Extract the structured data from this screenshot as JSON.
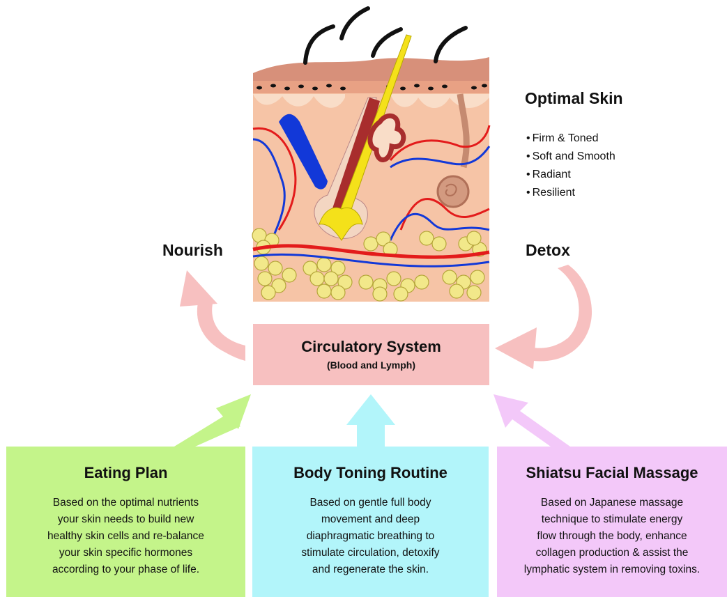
{
  "optimal_skin": {
    "title": "Optimal Skin",
    "benefits": [
      "Firm & Toned",
      "Soft and Smooth",
      "Radiant",
      "Resilient"
    ]
  },
  "cycle": {
    "left_label": "Nourish",
    "right_label": "Detox"
  },
  "circulatory": {
    "title": "Circulatory System",
    "subtitle": "(Blood and Lymph)"
  },
  "cards": [
    {
      "title": "Eating Plan",
      "lines": [
        "Based on the optimal nutrients",
        "your skin needs to build new",
        "healthy skin cells and re-balance",
        "your skin specific hormones",
        "according to your phase of life."
      ],
      "color": "#c4f48a"
    },
    {
      "title": "Body Toning Routine",
      "lines": [
        "Based on gentle full body",
        "movement and deep",
        "diaphragmatic breathing to",
        "stimulate circulation, detoxify",
        "and regenerate the skin."
      ],
      "color": "#b2f5fa"
    },
    {
      "title": "Shiatsu Facial Massage",
      "lines": [
        "Based on Japanese massage",
        "technique to stimulate energy",
        "flow through the body, enhance",
        "collagen production & assist the",
        "lymphatic system in removing toxins."
      ],
      "color": "#f3c8f9"
    }
  ],
  "colors": {
    "arrow_pink": "#f7c0c0",
    "arrow_green": "#c4f48a",
    "arrow_cyan": "#b2f5fa",
    "arrow_violet": "#f3c8f9",
    "skin": "#f6c4a6",
    "fat": "#f2e88a",
    "artery": "#e31b1b",
    "vein": "#1238d8"
  }
}
